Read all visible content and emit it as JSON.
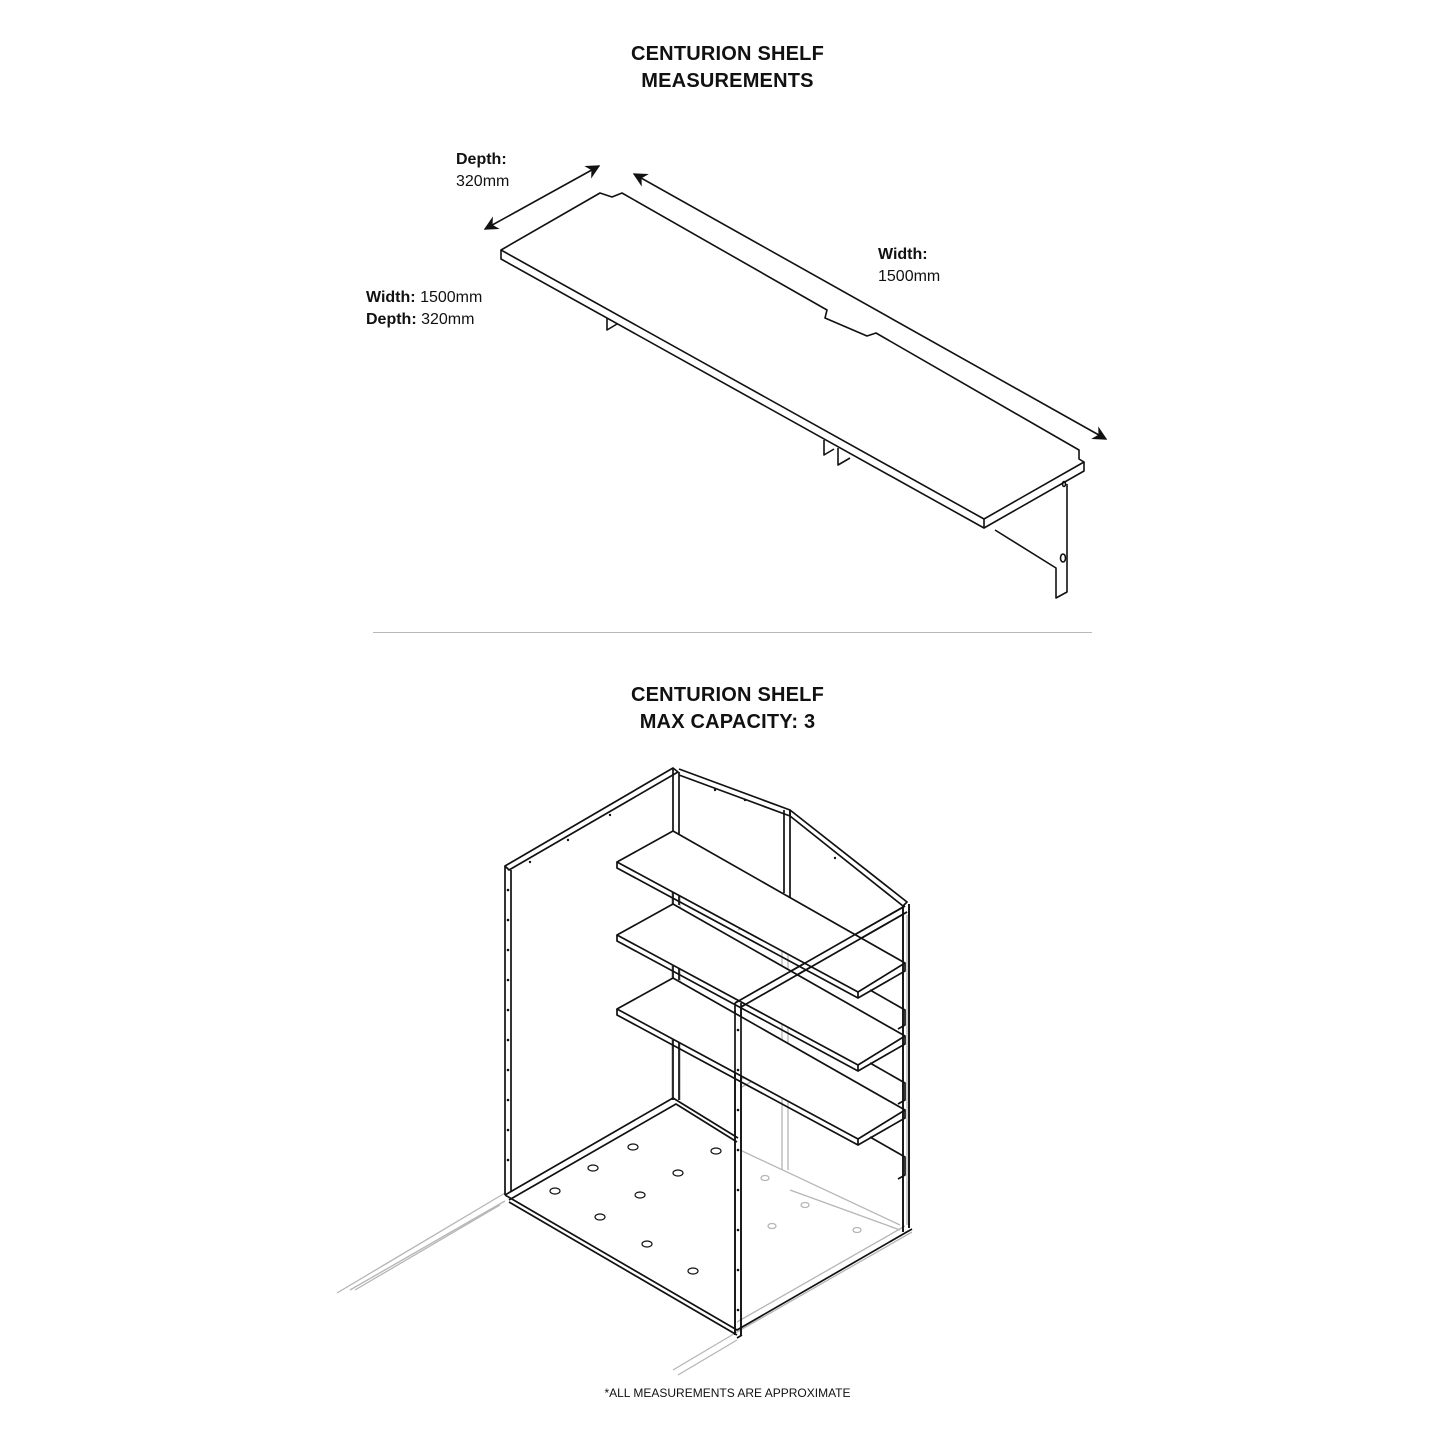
{
  "top_section": {
    "title_line1": "CENTURION SHELF",
    "title_line2": "MEASUREMENTS",
    "depth_arrow_label": {
      "key": "Depth:",
      "value": "320mm"
    },
    "width_arrow_label": {
      "key": "Width:",
      "value": "1500mm"
    },
    "summary": {
      "width_key": "Width:",
      "width_value": "1500mm",
      "depth_key": "Depth:",
      "depth_value": "320mm"
    }
  },
  "bottom_section": {
    "title_line1": "CENTURION SHELF",
    "title_line2": "MAX CAPACITY: 3",
    "shelf_count": 3
  },
  "footnote": "*ALL MEASUREMENTS ARE APPROXIMATE",
  "colors": {
    "line": "#111111",
    "ghost_line": "#b5b5b5",
    "divider": "#b8b8b8",
    "background": "#ffffff"
  }
}
